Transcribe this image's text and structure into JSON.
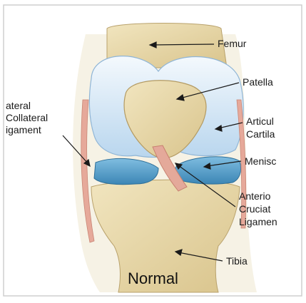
{
  "labels": {
    "femur": "Femur",
    "patella": "Patella",
    "articular": [
      "Articul",
      "Cartila"
    ],
    "lateral_collateral": [
      "ateral",
      "Collateral",
      "igament"
    ],
    "menisc": "Menisc",
    "acl": [
      "Anterio",
      "Cruciat",
      "Ligamen"
    ],
    "tibia": "Tibia"
  },
  "caption": "Normal",
  "colors": {
    "bone": "#e6d5a4",
    "bone_shadow": "#c9b27a",
    "cartilage": "#dcecf8",
    "meniscus": "#5ba4cf",
    "ligament": "#e2a394",
    "line": "#1a1a1a"
  }
}
